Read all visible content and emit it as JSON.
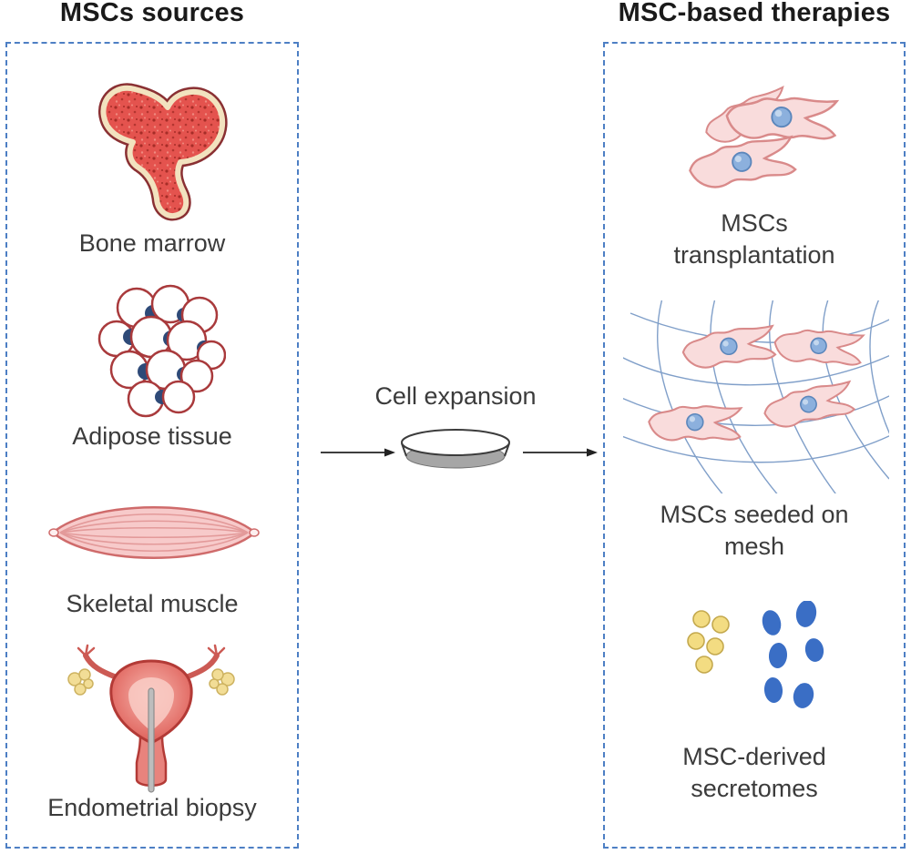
{
  "titles": {
    "left": "MSCs sources",
    "right": "MSC-based therapies"
  },
  "center": {
    "label": "Cell expansion",
    "icon": "petri-dish-icon"
  },
  "sources": {
    "items": [
      {
        "label": "Bone marrow",
        "icon": "bone-marrow-icon"
      },
      {
        "label": "Adipose tissue",
        "icon": "adipose-tissue-icon"
      },
      {
        "label": "Skeletal muscle",
        "icon": "skeletal-muscle-icon"
      },
      {
        "label": "Endometrial biopsy",
        "icon": "uterus-biopsy-icon"
      }
    ]
  },
  "therapies": {
    "items": [
      {
        "label": "MSCs transplantation",
        "icon": "msc-cells-icon"
      },
      {
        "label": "MSCs seeded on mesh",
        "icon": "mesh-with-cells-icon"
      },
      {
        "label": "MSC-derived secretomes",
        "icon": "secretome-dots-icon"
      }
    ]
  },
  "colors": {
    "panel_border": "#4d7fc4",
    "title_text": "#1a1a1a",
    "label_text": "#3b3b3b",
    "bone_red": "#e4534e",
    "bone_band": "#f2e2bf",
    "adipose_outline": "#a93a3c",
    "adipose_nucleus": "#2e4a78",
    "muscle_pink": "#f7caca",
    "uterus_red": "#d9534d",
    "ovary_yellow": "#f2dd96",
    "dish_gray": "#a6a6a6",
    "cell_body": "#f9dcdc",
    "cell_outline": "#d98a8a",
    "cell_nucleus": "#8cb0dd",
    "mesh_line": "#6b8fc0",
    "secretome_yellow": "#f3dc82",
    "secretome_blue": "#3a6ec5",
    "arrow": "#222222"
  }
}
